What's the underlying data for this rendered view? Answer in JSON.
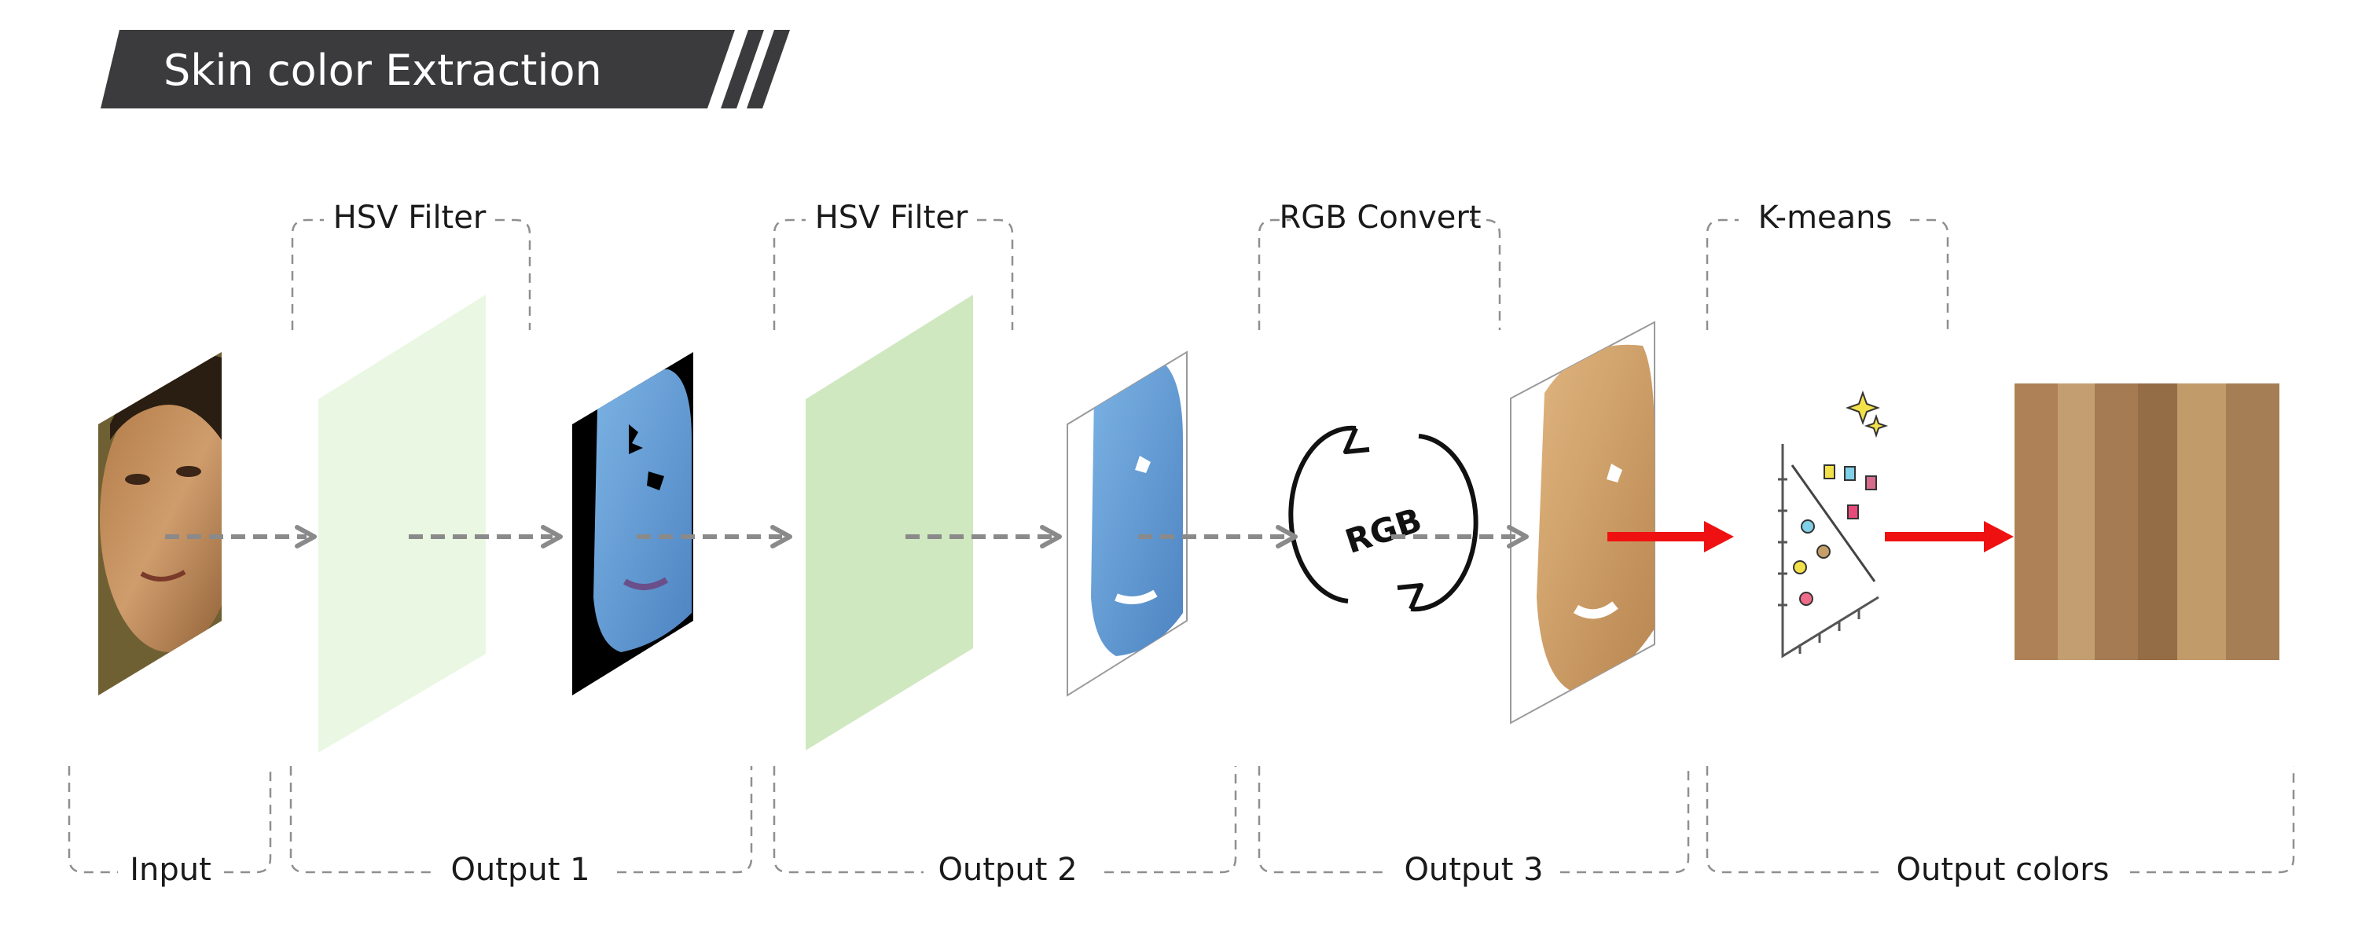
{
  "header": {
    "title": "Skin color Extraction"
  },
  "steps": {
    "hsv_filter_1": "HSV Filter",
    "hsv_filter_2": "HSV Filter",
    "rgb_convert": "RGB Convert",
    "kmeans": "K-means"
  },
  "outputs": {
    "input": "Input",
    "output1": "Output 1",
    "output2": "Output 2",
    "output3": "Output 3",
    "output_colors": "Output colors"
  },
  "icons": {
    "rgb_text": "RGB",
    "rgb_cycle": "rotate-arrows-icon",
    "scatter": "scatter-plot-icon"
  },
  "colors": {
    "header_bg": "#3b3b3d",
    "filter_light": "#eaf7e2",
    "filter_mid": "#cfe8c0",
    "flow_arrow": "#8a8a8a",
    "highlight_arrow": "#ef1111",
    "palette": [
      "#ae8256",
      "#c39e71",
      "#a47b52",
      "#946c45",
      "#c29b6b",
      "#a67e55"
    ]
  }
}
